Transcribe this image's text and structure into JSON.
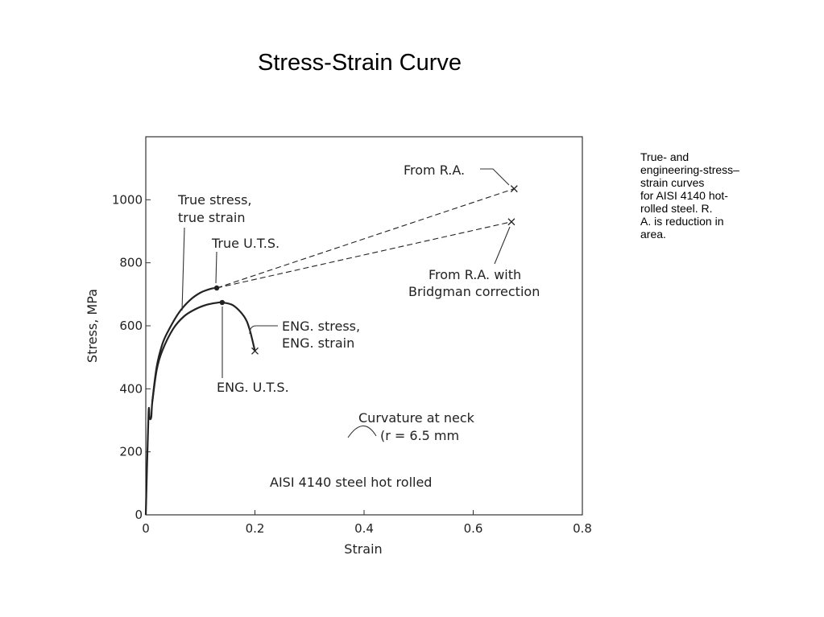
{
  "slide": {
    "title": "Stress-Strain Curve",
    "note_lines": [
      "True- and",
      "engineering-stress–",
      "strain curves",
      "for AISI 4140 hot-",
      "rolled steel. R.",
      "A. is reduction in",
      "area."
    ]
  },
  "chart_data": {
    "type": "line",
    "title": "",
    "xlabel": "Strain",
    "ylabel": "Stress, MPa",
    "xlim": [
      0,
      0.8
    ],
    "ylim": [
      0,
      1200
    ],
    "x_ticks": [
      0,
      0.2,
      0.4,
      0.6,
      0.8
    ],
    "x_tick_labels": [
      "0",
      "0.2",
      "0.4",
      "0.6",
      "0.8"
    ],
    "y_ticks": [
      0,
      200,
      400,
      600,
      800,
      1000
    ],
    "y_tick_labels": [
      "0",
      "200",
      "400",
      "600",
      "800",
      "1000"
    ],
    "grid": false,
    "series": [
      {
        "style": "solid",
        "x": [
          0,
          0.005,
          0.007,
          0.01,
          0.012,
          0.02,
          0.03,
          0.04,
          0.06,
          0.08,
          0.1,
          0.12,
          0.13
        ],
        "y": [
          0,
          320,
          305,
          310,
          360,
          470,
          540,
          580,
          640,
          680,
          705,
          718,
          720
        ]
      },
      {
        "style": "solid",
        "x": [
          0.012,
          0.02,
          0.03,
          0.05,
          0.07,
          0.09,
          0.11,
          0.13,
          0.14,
          0.16,
          0.18,
          0.19,
          0.2
        ],
        "y": [
          360,
          460,
          520,
          590,
          630,
          652,
          666,
          673,
          674,
          665,
          630,
          590,
          520
        ]
      },
      {
        "style": "dashed",
        "x": [
          0.13,
          0.675
        ],
        "y": [
          720,
          1035
        ]
      },
      {
        "style": "dashed",
        "x": [
          0.13,
          0.67
        ],
        "y": [
          720,
          930
        ]
      }
    ],
    "points": [
      {
        "marker": "dot",
        "x": 0.13,
        "y": 720
      },
      {
        "marker": "dot",
        "x": 0.14,
        "y": 674
      },
      {
        "marker": "cross",
        "x": 0.2,
        "y": 520
      },
      {
        "marker": "cross",
        "x": 0.675,
        "y": 1035
      },
      {
        "marker": "cross",
        "x": 0.67,
        "y": 930
      }
    ],
    "annotations": [
      {
        "lines": [
          "True stress,",
          "true strain"
        ]
      },
      {
        "lines": [
          "True U.T.S."
        ]
      },
      {
        "lines": [
          "ENG. stress,",
          "ENG. strain"
        ]
      },
      {
        "lines": [
          "ENG. U.T.S."
        ]
      },
      {
        "lines": [
          "From R.A."
        ]
      },
      {
        "lines": [
          "From R.A. with",
          "Bridgman correction"
        ]
      },
      {
        "lines": [
          "Curvature at neck"
        ]
      },
      {
        "lines": [
          "(r = 6.5 mm"
        ]
      },
      {
        "lines": [
          "AISI 4140 steel hot rolled"
        ]
      }
    ]
  }
}
